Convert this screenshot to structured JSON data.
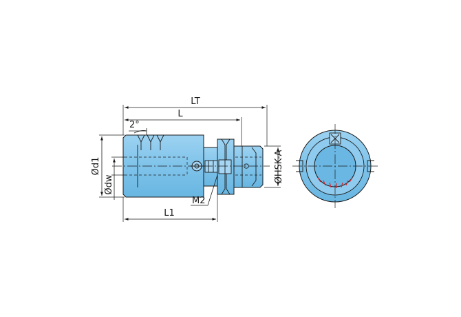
{
  "dimensions": {
    "lt": "LT",
    "l": "L",
    "l1": "L1",
    "m2": "M2",
    "d1": "Ød1",
    "dw": "Ødw",
    "hsk": "ØHSK-A",
    "angle": "2°"
  },
  "colors": {
    "body": "#7fc3ea",
    "outline": "#1a1a1a",
    "mark": "#d9272e"
  }
}
